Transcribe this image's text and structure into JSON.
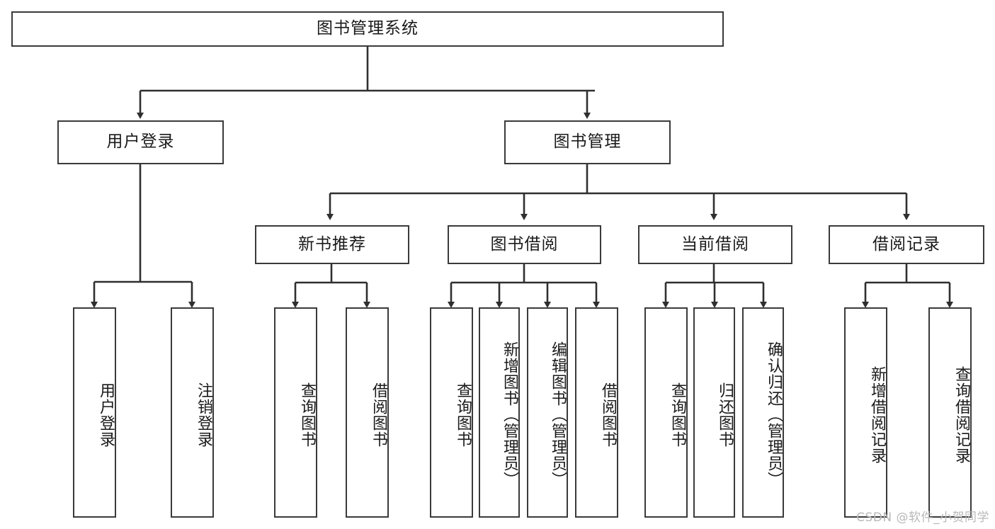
{
  "diagram": {
    "title": "图书管理系统",
    "type": "tree-hierarchy-diagram",
    "colors": {
      "box_border": "#3a3a3a",
      "box_fill": "#ffffff",
      "edge": "#2f2f2f",
      "text": "#1a1a1a",
      "watermark": "#b8b8b8",
      "background": "#ffffff"
    }
  },
  "root": {
    "label": "图书管理系统"
  },
  "level1": [
    {
      "label": "用户登录"
    },
    {
      "label": "图书管理"
    }
  ],
  "level2": [
    {
      "label": "新书推荐"
    },
    {
      "label": "图书借阅"
    },
    {
      "label": "当前借阅"
    },
    {
      "label": "借阅记录"
    }
  ],
  "leaves": {
    "user_login": [
      {
        "label": "用户登录"
      },
      {
        "label": "注销登录"
      }
    ],
    "new_book_recommend": [
      {
        "label": "查询图书"
      },
      {
        "label": "借阅图书"
      }
    ],
    "book_borrow": [
      {
        "label": "查询图书"
      },
      {
        "label": "新增图书（管理员）"
      },
      {
        "label": "编辑图书（管理员）"
      },
      {
        "label": "借阅图书"
      }
    ],
    "current_borrow": [
      {
        "label": "查询图书"
      },
      {
        "label": "归还图书"
      },
      {
        "label": "确认归还（管理员）"
      }
    ],
    "borrow_record": [
      {
        "label": "新增借阅记录"
      },
      {
        "label": "查询借阅记录"
      }
    ]
  },
  "watermark": {
    "text": "CSDN @软件_小贺同学"
  }
}
